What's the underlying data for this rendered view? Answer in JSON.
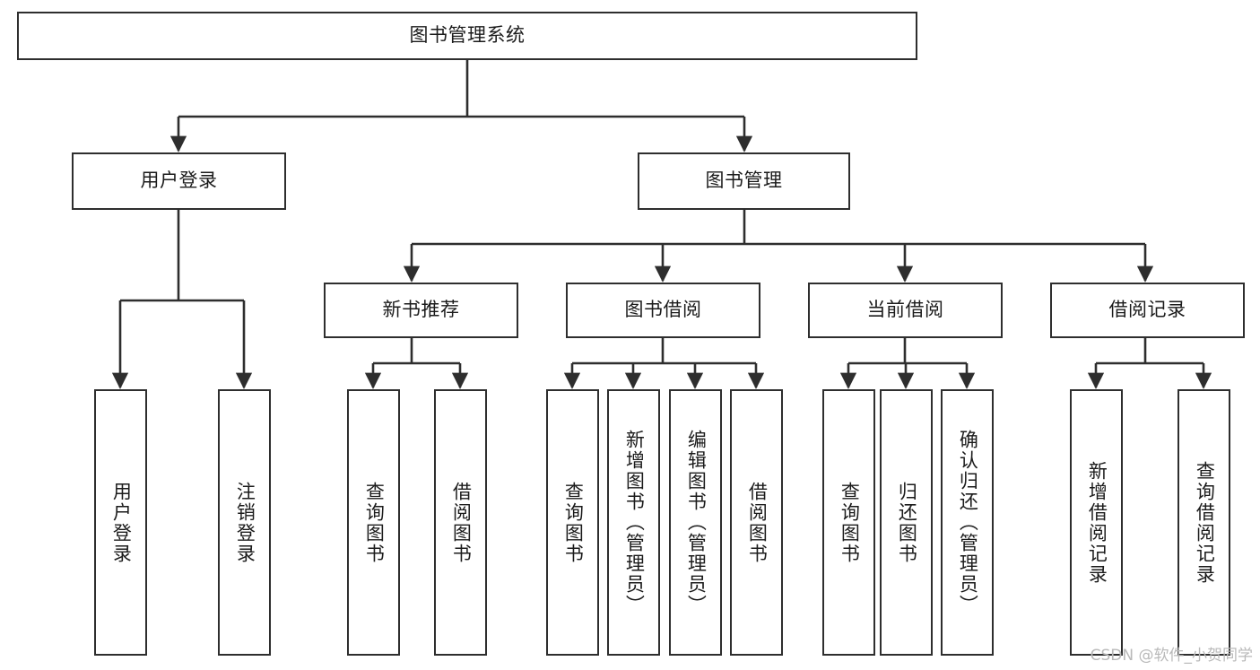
{
  "diagram": {
    "title": "图书管理系统",
    "root": {
      "label": "图书管理系统"
    },
    "level1": [
      {
        "label": "用户登录"
      },
      {
        "label": "图书管理"
      }
    ],
    "level2": [
      {
        "label": "新书推荐"
      },
      {
        "label": "图书借阅"
      },
      {
        "label": "当前借阅"
      },
      {
        "label": "借阅记录"
      }
    ],
    "leaves": [
      {
        "label": "用户登录"
      },
      {
        "label": "注销登录"
      },
      {
        "label": "查询图书"
      },
      {
        "label": "借阅图书"
      },
      {
        "label": "查询图书"
      },
      {
        "label": "新增图书（管理员）"
      },
      {
        "label": "编辑图书（管理员）"
      },
      {
        "label": "借阅图书"
      },
      {
        "label": "查询图书"
      },
      {
        "label": "归还图书"
      },
      {
        "label": "确认归还（管理员）"
      },
      {
        "label": "新增借阅记录"
      },
      {
        "label": "查询借阅记录"
      }
    ],
    "colors": {
      "stroke": "#2e2e2e",
      "fill": "#ffffff",
      "text": "#1b1b1b",
      "watermark": "#b9b9b9"
    }
  },
  "watermark": {
    "text": "CSDN @软件_小贺同学"
  }
}
